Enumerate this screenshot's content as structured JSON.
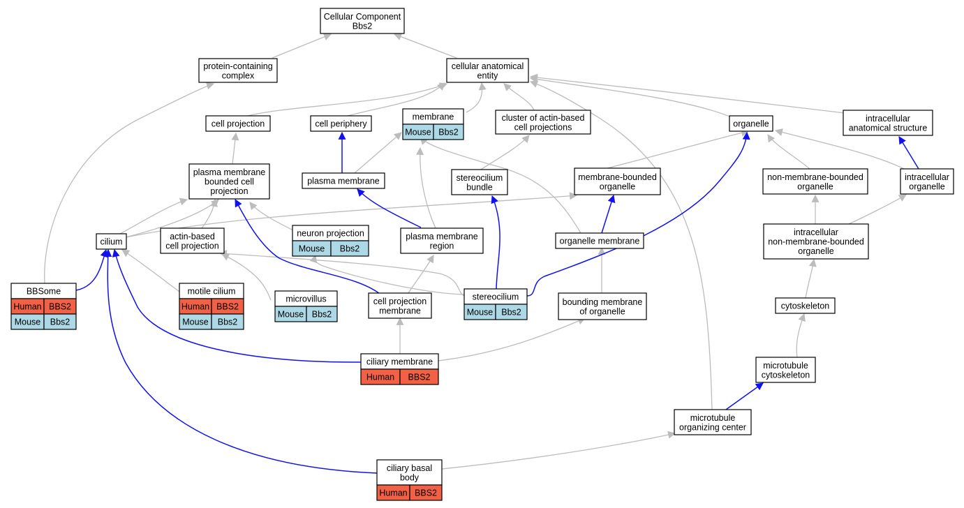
{
  "colors": {
    "human": "#f26046",
    "mouse": "#add8e6",
    "is_a_edge": "#bcbcbc",
    "part_of_edge": "#1010f0"
  },
  "nodes": {
    "root": [
      "Cellular Component",
      "Bbs2"
    ],
    "protein_containing_complex": [
      "protein-containing",
      "complex"
    ],
    "cellular_anatomical_entity": [
      "cellular anatomical",
      "entity"
    ],
    "cell_projection": [
      "cell projection"
    ],
    "cell_periphery": [
      "cell periphery"
    ],
    "membrane": [
      "membrane"
    ],
    "cluster_actin": [
      "cluster of actin-based",
      "cell projections"
    ],
    "organelle": [
      "organelle"
    ],
    "intracellular_anatomical_structure": [
      "intracellular",
      "anatomical structure"
    ],
    "plasma_membrane_bounded_cell_projection": [
      "plasma membrane",
      "bounded cell",
      "projection"
    ],
    "plasma_membrane": [
      "plasma membrane"
    ],
    "stereocilium_bundle": [
      "stereocilium",
      "bundle"
    ],
    "membrane_bounded_organelle": [
      "membrane-bounded",
      "organelle"
    ],
    "non_membrane_bounded_organelle": [
      "non-membrane-bounded",
      "organelle"
    ],
    "intracellular_organelle": [
      "intracellular",
      "organelle"
    ],
    "cilium": [
      "cilium"
    ],
    "actin_based_cell_projection": [
      "actin-based",
      "cell projection"
    ],
    "neuron_projection": [
      "neuron projection"
    ],
    "plasma_membrane_region": [
      "plasma membrane",
      "region"
    ],
    "organelle_membrane": [
      "organelle membrane"
    ],
    "intracellular_non_membrane_bounded_organelle": [
      "intracellular",
      "non-membrane-bounded",
      "organelle"
    ],
    "bbsome": [
      "BBSome"
    ],
    "motile_cilium": [
      "motile cilium"
    ],
    "microvillus": [
      "microvillus"
    ],
    "cell_projection_membrane": [
      "cell projection",
      "membrane"
    ],
    "stereocilium": [
      "stereocilium"
    ],
    "bounding_membrane_of_organelle": [
      "bounding membrane",
      "of organelle"
    ],
    "cytoskeleton": [
      "cytoskeleton"
    ],
    "ciliary_membrane": [
      "ciliary membrane"
    ],
    "microtubule_cytoskeleton": [
      "microtubule",
      "cytoskeleton"
    ],
    "microtubule_organizing_center": [
      "microtubule",
      "organizing center"
    ],
    "ciliary_basal_body": [
      "ciliary basal",
      "body"
    ]
  },
  "annotations": {
    "membrane": [
      [
        "Mouse",
        "Bbs2"
      ]
    ],
    "neuron_projection": [
      [
        "Mouse",
        "Bbs2"
      ]
    ],
    "bbsome": [
      [
        "Human",
        "BBS2"
      ],
      [
        "Mouse",
        "Bbs2"
      ]
    ],
    "motile_cilium": [
      [
        "Human",
        "BBS2"
      ],
      [
        "Mouse",
        "Bbs2"
      ]
    ],
    "microvillus": [
      [
        "Mouse",
        "Bbs2"
      ]
    ],
    "stereocilium": [
      [
        "Mouse",
        "Bbs2"
      ]
    ],
    "ciliary_membrane": [
      [
        "Human",
        "BBS2"
      ]
    ],
    "ciliary_basal_body": [
      [
        "Human",
        "BBS2"
      ]
    ]
  }
}
